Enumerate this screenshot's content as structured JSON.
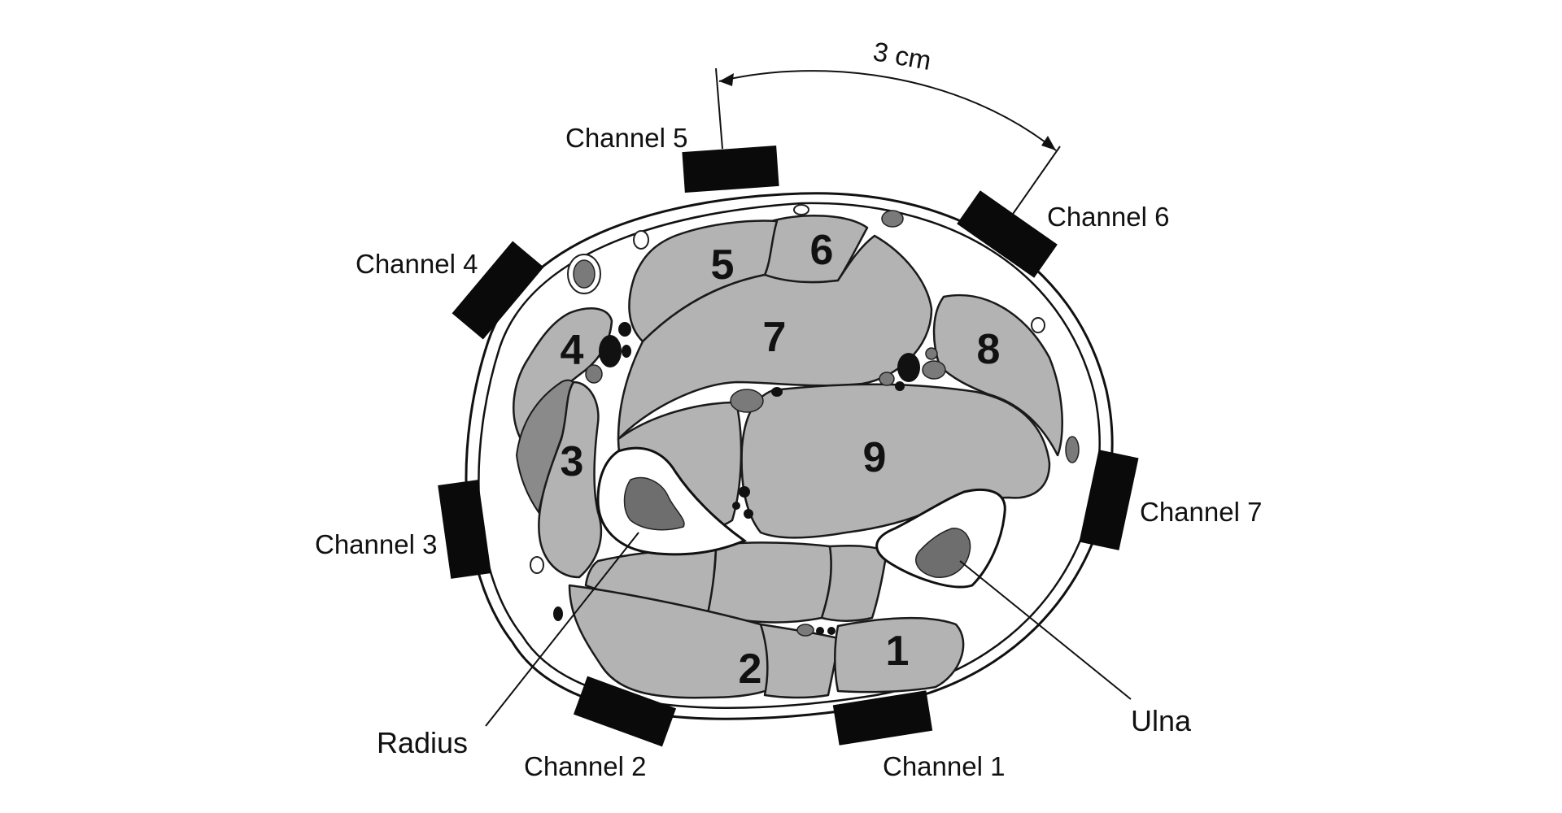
{
  "figure": {
    "measure_label": "3 cm",
    "channels": [
      {
        "id": "ch1",
        "label": "Channel 1"
      },
      {
        "id": "ch2",
        "label": "Channel 2"
      },
      {
        "id": "ch3",
        "label": "Channel 3"
      },
      {
        "id": "ch4",
        "label": "Channel 4"
      },
      {
        "id": "ch5",
        "label": "Channel 5"
      },
      {
        "id": "ch6",
        "label": "Channel 6"
      },
      {
        "id": "ch7",
        "label": "Channel 7"
      }
    ],
    "bones": {
      "radius": "Radius",
      "ulna": "Ulna"
    },
    "muscle_numbers": [
      "1",
      "2",
      "3",
      "4",
      "5",
      "6",
      "7",
      "8",
      "9"
    ]
  }
}
